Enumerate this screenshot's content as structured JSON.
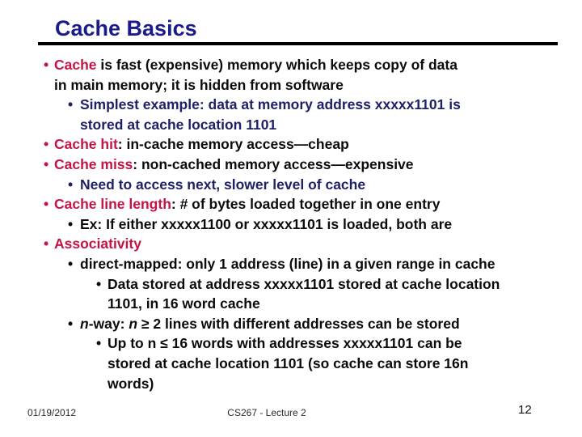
{
  "slide": {
    "title": "Cache Basics",
    "footer": {
      "date": "01/19/2012",
      "course": "CS267 - Lecture 2",
      "page_number": "12"
    }
  },
  "colors": {
    "title_navy": "#1b1b8c",
    "navy": "#1f2166",
    "crimson": "#c61345",
    "black": "#0b0b0b",
    "rule_black": "#000000",
    "footer_gray": "#2b2b2b",
    "background": "#ffffff"
  },
  "content": {
    "lines": [
      {
        "level": 1,
        "bullet": "crimson",
        "segments": [
          {
            "t": "Cache",
            "c": "crimson"
          },
          {
            "t": " is fast (expensive) memory which keeps copy of data",
            "c": "black"
          }
        ]
      },
      {
        "level": 1,
        "bullet": null,
        "segments": [
          {
            "t": "in main memory; it is hidden from software",
            "c": "black"
          }
        ]
      },
      {
        "level": 2,
        "bullet": "navy",
        "segments": [
          {
            "t": "Simplest example: data at memory address xxxxx1101 is",
            "c": "navy"
          }
        ]
      },
      {
        "level": 2,
        "bullet": null,
        "segments": [
          {
            "t": "stored at cache location 1101",
            "c": "navy"
          }
        ]
      },
      {
        "level": 1,
        "bullet": "crimson",
        "segments": [
          {
            "t": "Cache hit",
            "c": "crimson"
          },
          {
            "t": ": in-cache memory access—cheap",
            "c": "black"
          }
        ]
      },
      {
        "level": 1,
        "bullet": "crimson",
        "segments": [
          {
            "t": "Cache miss",
            "c": "crimson"
          },
          {
            "t": ": non-cached memory access—expensive",
            "c": "black"
          }
        ]
      },
      {
        "level": 2,
        "bullet": "navy",
        "segments": [
          {
            "t": "Need to access next, slower level of cache",
            "c": "navy"
          }
        ]
      },
      {
        "level": 1,
        "bullet": "crimson",
        "segments": [
          {
            "t": "Cache line length",
            "c": "crimson"
          },
          {
            "t": ": # of bytes loaded together in one entry",
            "c": "black"
          }
        ]
      },
      {
        "level": 2,
        "bullet": "black",
        "segments": [
          {
            "t": "Ex: If either xxxxx1100 or xxxxx1101 is loaded, both are",
            "c": "black"
          }
        ]
      },
      {
        "level": 1,
        "bullet": "crimson",
        "segments": [
          {
            "t": "Associativity",
            "c": "crimson"
          }
        ]
      },
      {
        "level": 2,
        "bullet": "black",
        "segments": [
          {
            "t": "direct-mapped: only 1 address (line) in a given range in cache",
            "c": "black"
          }
        ]
      },
      {
        "level": 3,
        "bullet": "black",
        "segments": [
          {
            "t": "Data stored at address xxxxx1101 stored at cache location",
            "c": "black"
          }
        ]
      },
      {
        "level": 3,
        "bullet": null,
        "segments": [
          {
            "t": "1101, in 16 word cache",
            "c": "black"
          }
        ]
      },
      {
        "level": 2,
        "bullet": "black",
        "segments": [
          {
            "t": "n",
            "c": "black",
            "i": true
          },
          {
            "t": "-way: ",
            "c": "black"
          },
          {
            "t": "n",
            "c": "black",
            "i": true
          },
          {
            "t": " ≥ 2 lines with different addresses can be stored",
            "c": "black"
          }
        ]
      },
      {
        "level": 3,
        "bullet": "black",
        "segments": [
          {
            "t": "Up to n ≤ 16 words with addresses xxxxx1101 can be",
            "c": "black"
          }
        ]
      },
      {
        "level": 3,
        "bullet": null,
        "segments": [
          {
            "t": "stored at cache location 1101 (so cache can store 16n",
            "c": "black"
          }
        ]
      },
      {
        "level": 3,
        "bullet": null,
        "segments": [
          {
            "t": "words)",
            "c": "black"
          }
        ]
      }
    ]
  }
}
